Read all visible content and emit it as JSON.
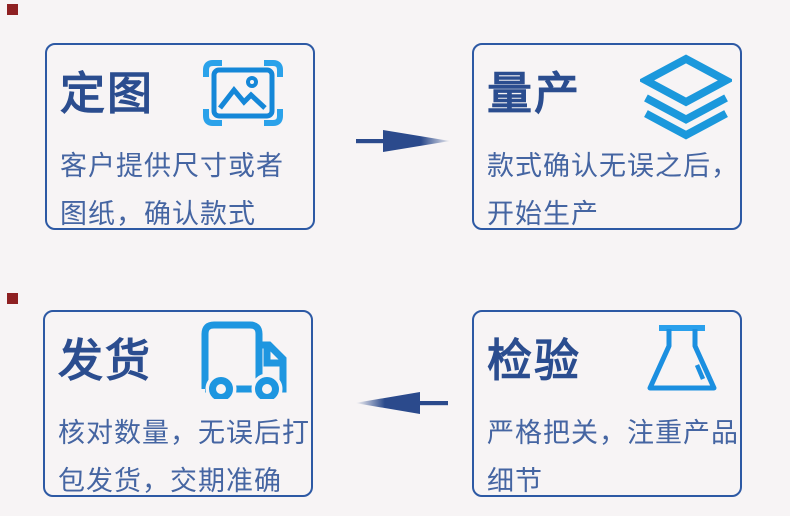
{
  "page": {
    "background_color": "#f7f4f5",
    "type": "production-process-flow"
  },
  "colors": {
    "card_border": "#2d59a4",
    "title_text": "#2b4d8f",
    "body_text": "#4565a2",
    "icon_blue": "#1e96e0",
    "icon_blue_light": "#2ba2ea",
    "arrow_blue": "#2b4a8c",
    "decor_square_red": "#8e2022"
  },
  "steps": [
    {
      "title": "定图",
      "icon": "image-scan-icon",
      "desc_line1": "客户提供尺寸或者",
      "desc_line2": "图纸，确认款式"
    },
    {
      "title": "量产",
      "icon": "layers-icon",
      "desc_line1": "款式确认无误之后，",
      "desc_line2": "开始生产"
    },
    {
      "title": "发货",
      "icon": "truck-icon",
      "desc_line1": "核对数量，无误后打",
      "desc_line2": "包发货，交期准确"
    },
    {
      "title": "检验",
      "icon": "flask-icon",
      "desc_line1": "严格把关，注重产品",
      "desc_line2": "细节"
    }
  ],
  "arrows": [
    {
      "name": "top-flow-arrow",
      "direction": "right",
      "from": "定图",
      "to": "量产"
    },
    {
      "name": "bottom-flow-arrow",
      "direction": "left",
      "from": "检验",
      "to": "发货"
    }
  ]
}
